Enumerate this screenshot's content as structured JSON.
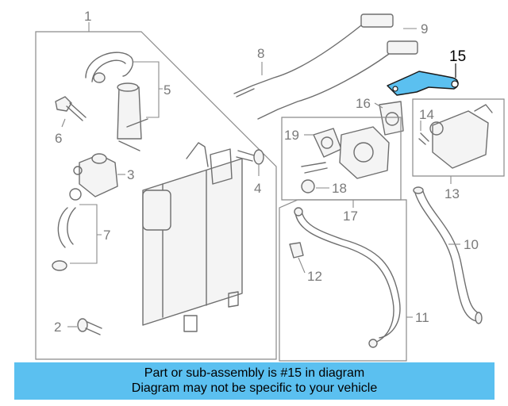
{
  "diagram": {
    "callouts": {
      "c1": "1",
      "c2": "2",
      "c3": "3",
      "c4": "4",
      "c5": "5",
      "c6": "6",
      "c7": "7",
      "c8": "8",
      "c9": "9",
      "c10": "10",
      "c11": "11",
      "c12": "12",
      "c13": "13",
      "c14": "14",
      "c15": "15",
      "c16": "16",
      "c17": "17",
      "c18": "18",
      "c19": "19"
    },
    "highlighted_part": "15",
    "highlight_color": "#5bc0f0"
  },
  "banner": {
    "line1": "Part or sub-assembly is #15 in diagram",
    "line2": "Diagram may not be specific to your vehicle",
    "background": "#5bc0f0"
  }
}
